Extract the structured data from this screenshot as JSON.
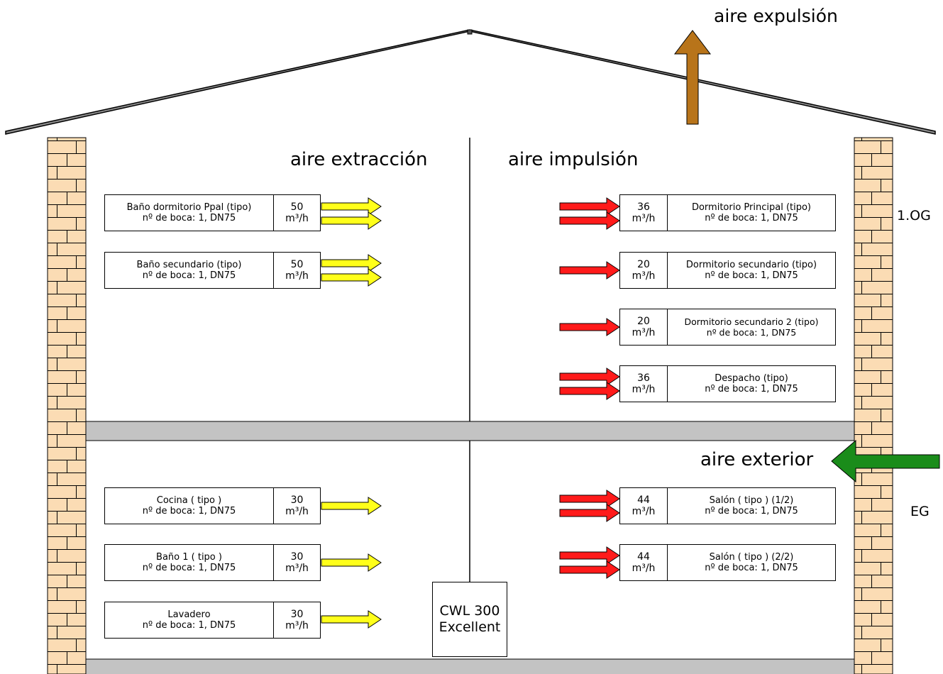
{
  "labels": {
    "aire_expulsion": "aire expulsión",
    "aire_extraccion": "aire extracción",
    "aire_impulsion": "aire impulsión",
    "aire_exterior": "aire exterior",
    "floor_upper": "1.OG",
    "floor_ground": "EG"
  },
  "unit": {
    "line1": "CWL 300",
    "line2": "Excellent"
  },
  "extract_rooms": [
    {
      "name": "Baño dormitorio Ppal (tipo)",
      "outlets": "nº de boca: 1, DN75",
      "flow": "50",
      "unit": "m³/h"
    },
    {
      "name": "Baño secundario (tipo)",
      "outlets": "nº de boca: 1, DN75",
      "flow": "50",
      "unit": "m³/h"
    },
    {
      "name": "Cocina ( tipo )",
      "outlets": "nº de boca: 1, DN75",
      "flow": "30",
      "unit": "m³/h"
    },
    {
      "name": "Baño 1 ( tipo )",
      "outlets": "nº de boca: 1, DN75",
      "flow": "30",
      "unit": "m³/h"
    },
    {
      "name": "Lavadero",
      "outlets": "nº de boca: 1, DN75",
      "flow": "30",
      "unit": "m³/h"
    }
  ],
  "supply_rooms": [
    {
      "name": "Dormitorio Principal (tipo)",
      "outlets": "nº de boca: 1, DN75",
      "flow": "36",
      "unit": "m³/h"
    },
    {
      "name": "Dormitorio secundario (tipo)",
      "outlets": "nº de boca: 1, DN75",
      "flow": "20",
      "unit": "m³/h"
    },
    {
      "name": "Dormitorio secundario 2 (tipo)",
      "outlets": "nº de boca: 1, DN75",
      "flow": "20",
      "unit": "m³/h"
    },
    {
      "name": "Despacho (tipo)",
      "outlets": "nº de boca: 1, DN75",
      "flow": "36",
      "unit": "m³/h"
    },
    {
      "name": "Salón  ( tipo ) (1/2)",
      "outlets": "nº de boca: 1, DN75",
      "flow": "44",
      "unit": "m³/h"
    },
    {
      "name": "Salón  ( tipo ) (2/2)",
      "outlets": "nº de boca: 1, DN75",
      "flow": "44",
      "unit": "m³/h"
    }
  ],
  "colors": {
    "extract_arrow": "#ffff1a",
    "supply_arrow": "#ff1a1a",
    "exhaust_arrow": "#b8741a",
    "outdoor_arrow": "#1a8c1a",
    "brick": "#fbdcb4",
    "floor_slab": "#c3c3c3",
    "roof": "#8c8c8c"
  }
}
